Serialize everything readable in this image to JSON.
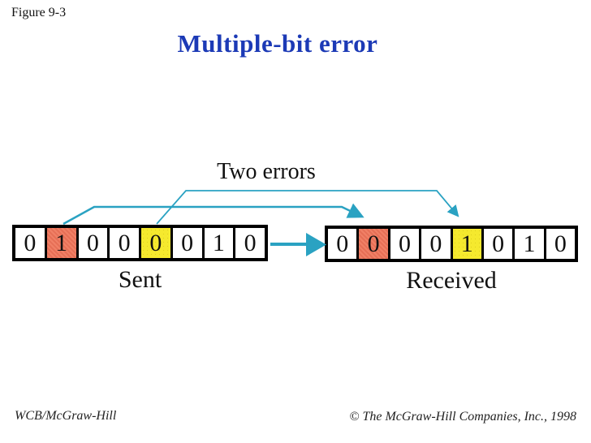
{
  "slide": {
    "figure_label": "Figure 9-3",
    "title": "Multiple-bit error",
    "annotation": "Two errors",
    "sent_register": {
      "label": "Sent",
      "bits": [
        "0",
        "1",
        "0",
        "0",
        "0",
        "0",
        "1",
        "0"
      ],
      "highlighted_cells": [
        {
          "index": 1,
          "color": "red"
        },
        {
          "index": 4,
          "color": "yellow"
        }
      ]
    },
    "received_register": {
      "label": "Received",
      "bits": [
        "0",
        "0",
        "0",
        "0",
        "1",
        "0",
        "1",
        "0"
      ],
      "highlighted_cells": [
        {
          "index": 1,
          "color": "red"
        },
        {
          "index": 4,
          "color": "yellow"
        }
      ]
    },
    "icons": {
      "transmission_arrow": "right-arrow",
      "error_pointer_arrows": "down-right-arrows"
    },
    "footer": {
      "left": "WCB/McGraw-Hill",
      "right": "© The McGraw-Hill Companies, Inc., 1998"
    },
    "colors": {
      "title_blue": "#1c3ab6",
      "teal": "#2aa2c2",
      "error_red": "#f08066",
      "error_yellow": "#f5e92e"
    }
  }
}
